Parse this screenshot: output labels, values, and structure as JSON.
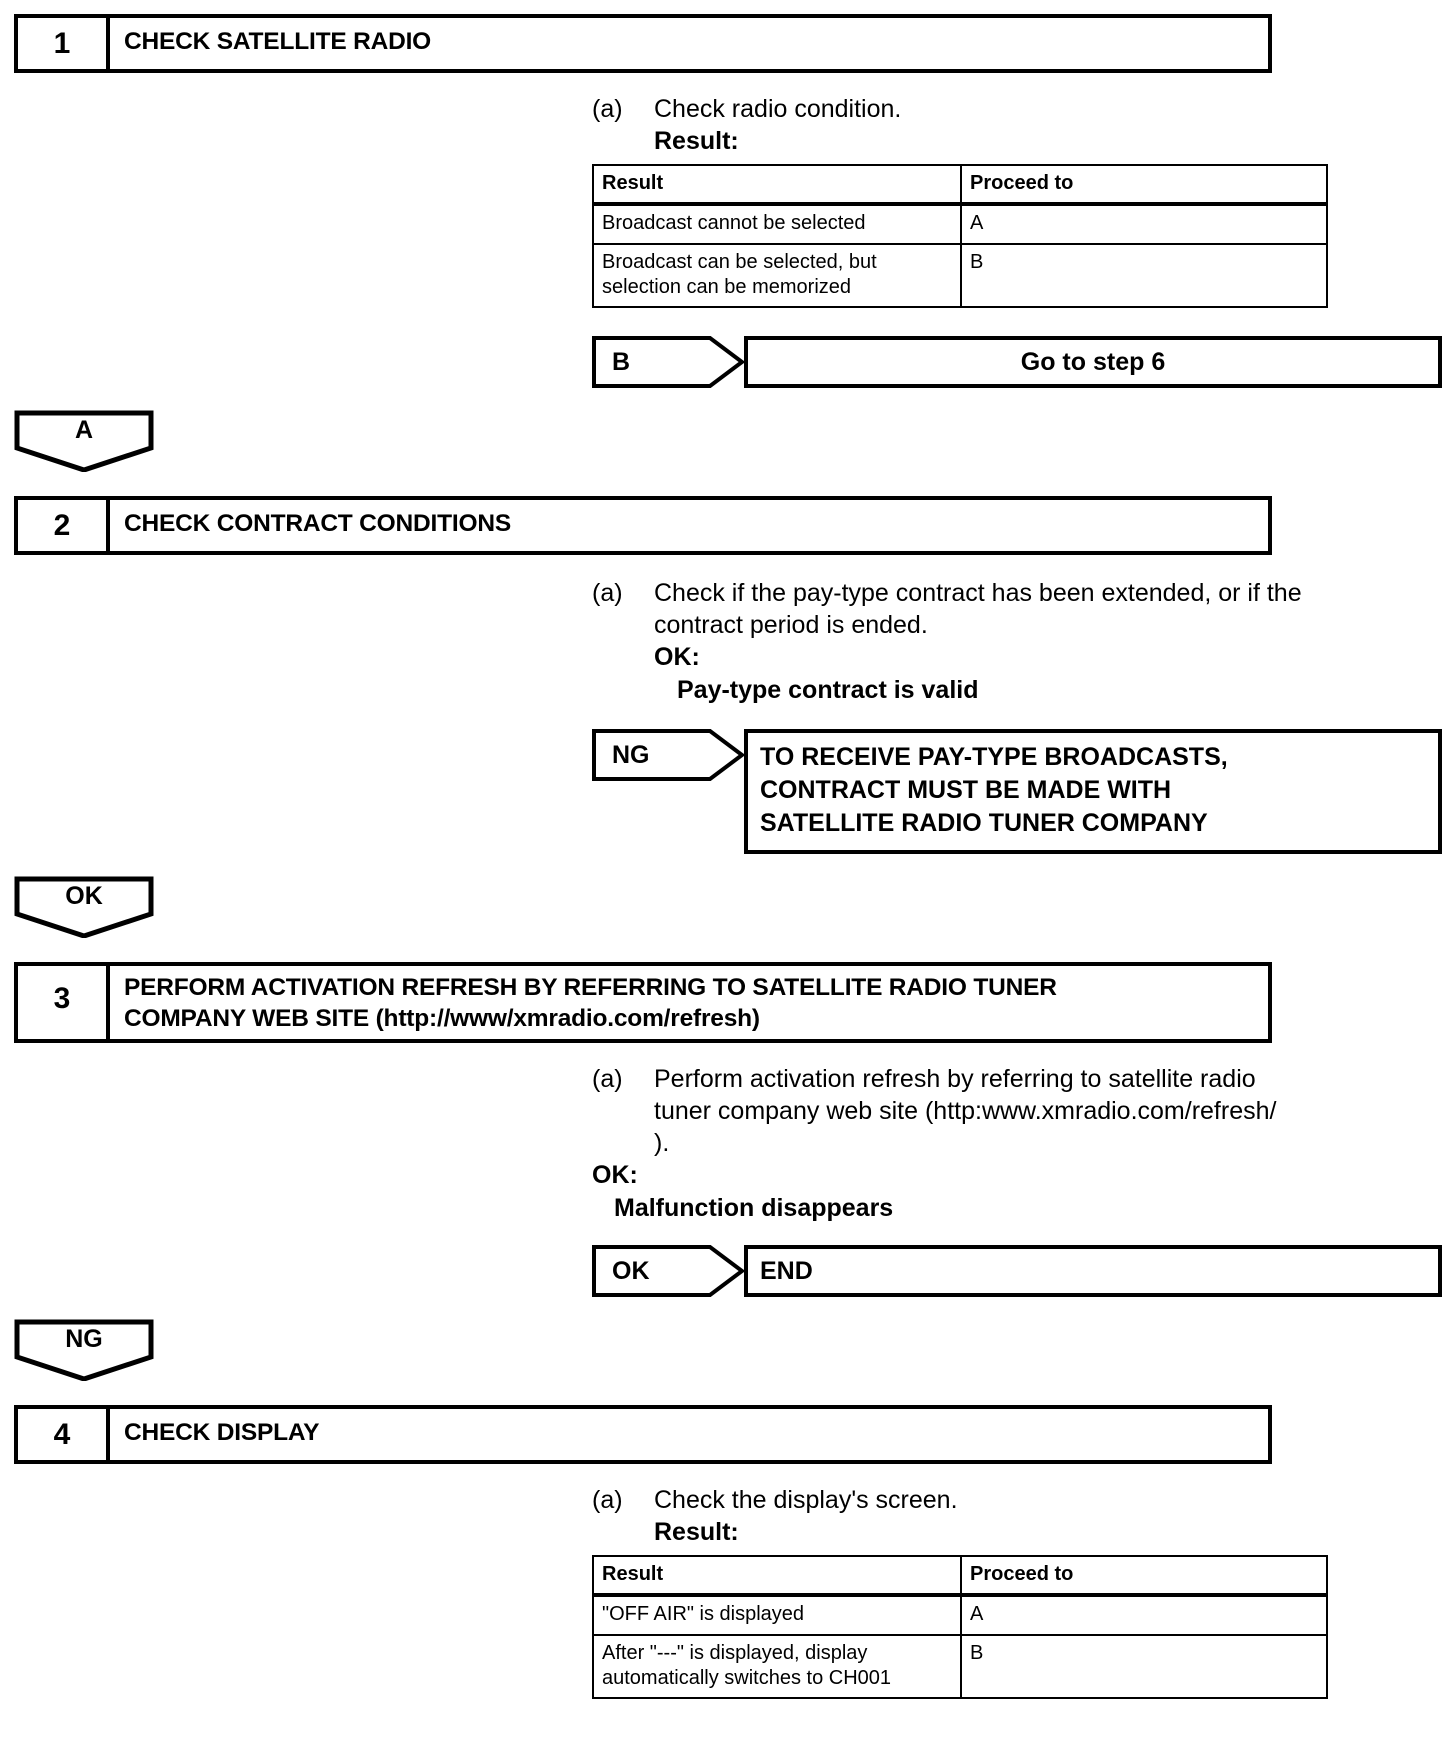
{
  "steps": [
    {
      "number": "1",
      "title": "CHECK SATELLITE RADIO",
      "marker": "(a)",
      "instruction": "Check radio condition.",
      "result_label": "Result:",
      "table": {
        "headers": [
          "Result",
          "Proceed to"
        ],
        "rows": [
          {
            "result": "Broadcast cannot be selected",
            "proceed": "A"
          },
          {
            "result": "Broadcast can be selected, but selection can be memorized",
            "proceed": "B"
          }
        ]
      },
      "branch": {
        "tag": "B",
        "text": "Go to step 6"
      },
      "connector": "A"
    },
    {
      "number": "2",
      "title": "CHECK CONTRACT CONDITIONS",
      "marker": "(a)",
      "instruction": "Check if the pay-type contract has been extended, or if the contract period is ended.",
      "ok_label": "OK:",
      "ok_value": "Pay-type contract is valid",
      "branch": {
        "tag": "NG",
        "lines": [
          "TO RECEIVE PAY-TYPE BROADCASTS,",
          "CONTRACT MUST BE MADE WITH",
          "SATELLITE RADIO TUNER COMPANY"
        ]
      },
      "connector": "OK"
    },
    {
      "number": "3",
      "title_line1": "PERFORM ACTIVATION REFRESH BY REFERRING TO SATELLITE RADIO TUNER",
      "title_line2": "COMPANY WEB SITE (http://www/xmradio.com/refresh)",
      "marker": "(a)",
      "instruction": "Perform activation refresh by referring to satellite radio tuner company web site (http:www.xmradio.com/refresh/ ).",
      "ok_label": "OK:",
      "ok_value": "Malfunction disappears",
      "branch": {
        "tag": "OK",
        "text": "END"
      },
      "connector": "NG"
    },
    {
      "number": "4",
      "title": "CHECK DISPLAY",
      "marker": "(a)",
      "instruction": "Check the display's screen.",
      "result_label": "Result:",
      "table": {
        "headers": [
          "Result",
          "Proceed to"
        ],
        "rows": [
          {
            "result": "\"OFF AIR\" is displayed",
            "proceed": "A"
          },
          {
            "result": "After \"---\" is displayed, display automatically switches to CH001",
            "proceed": "B"
          }
        ]
      }
    }
  ]
}
